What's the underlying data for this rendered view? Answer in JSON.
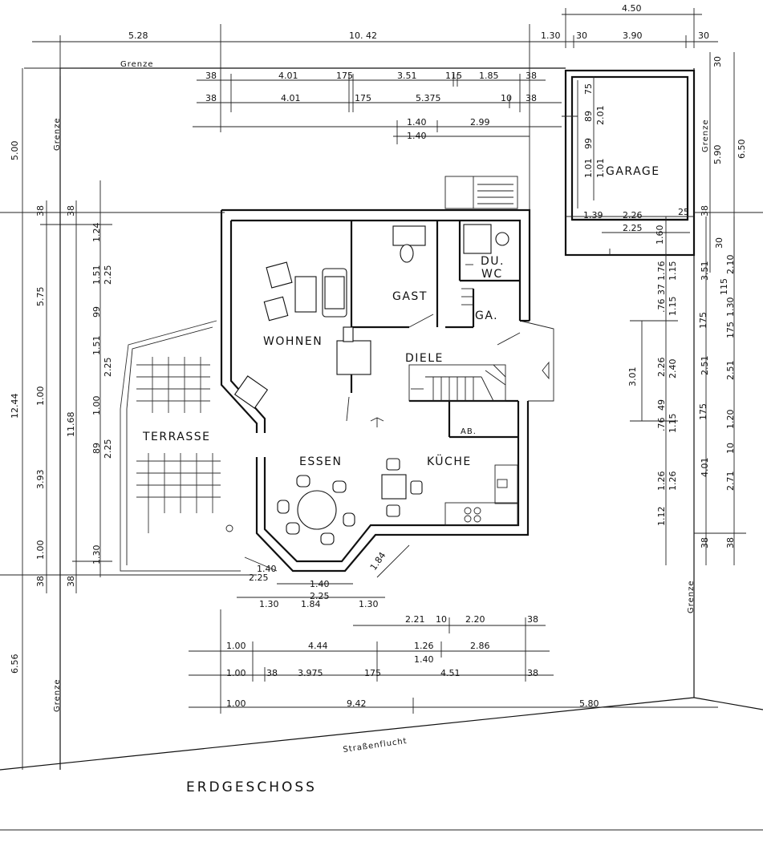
{
  "title": "ERDGESCHOSS",
  "boundary_labels": {
    "grenze": "Grenze",
    "strassenflucht": "Straßenflucht"
  },
  "rooms": {
    "wohnen": "WOHNEN",
    "gast": "GAST",
    "du_wc_1": "DU.",
    "du_wc_2": "WC",
    "ga": "GA.",
    "diele": "DIELE",
    "terrasse": "TERRASSE",
    "essen": "ESSEN",
    "kueche": "KÜCHE",
    "ab": "AB.",
    "garage": "GARAGE"
  },
  "dims_top": {
    "d450": "4.50",
    "d528": "5.28",
    "d1042": "10. 42",
    "d130": "1.30",
    "d30a": "30",
    "d390": "3.90",
    "d30b": "30",
    "r1_38": "38",
    "r1_401": "4.01",
    "r1_175": "175",
    "r1_351": "3.51",
    "r1_115": "115",
    "r1_185": "1.85",
    "r1_38b": "38",
    "r2_38": "38",
    "r2_401": "4.01",
    "r2_175": "175",
    "r2_5375": "5.375",
    "r2_10": "10",
    "r2_38b": "38",
    "r3_140": "1.40",
    "r3_299": "2.99",
    "r4_140": "1.40"
  },
  "dims_garage": {
    "g75": "75",
    "g89": "89",
    "g201": "2.01",
    "g99": "99",
    "g101a": "1.01",
    "g101b": "1.01",
    "g139": "1.39",
    "g226": "2.26",
    "g25": "25",
    "g225": "2.25",
    "g160": "1.60",
    "g30": "30",
    "g650": "6.50",
    "g590": "5.90"
  },
  "dims_left": {
    "l500": "5.00",
    "l38a": "38",
    "l38b": "38",
    "l124": "1.24",
    "l151a": "1.51",
    "l225a": "2.25",
    "l575": "5.75",
    "l99": "99",
    "l151b": "1.51",
    "l225b": "2.25",
    "l1244": "12.44",
    "l1168": "11.68",
    "l100a": "1.00",
    "l100b": "1.00",
    "l89": "89",
    "l225c": "2.25",
    "l393": "3.93",
    "l100c": "1.00",
    "l130": "1.30",
    "l38c": "38",
    "l38d": "38",
    "l656": "6.56"
  },
  "dims_right": {
    "rr351": "3.51",
    "rr210": "2.10",
    "rr38a": "38",
    "rr30": "30",
    "rr176a": "1.76",
    "rr115a": "1.15",
    "rr176b": ".76",
    "rr115b": "1.15",
    "rr37": "37",
    "rr130": "1.30",
    "rr115": "115",
    "rr175": "175",
    "rr301": "3.01",
    "rr226": "2.26",
    "rr240": "2.40",
    "rr251a": "2.51",
    "rr251b": "2.51",
    "rr175b": "175",
    "rr49": "49",
    "rr76": ".76",
    "rr115c": "1.15",
    "rr120": "1.20",
    "rr175c": "175",
    "rr10": "10",
    "rr126a": "1.26",
    "rr126b": "1.26",
    "rr401": "4.01",
    "rr271": "2.71",
    "rr112": "1.12",
    "rr38b": "38",
    "rr38c": "38"
  },
  "dims_bottom": {
    "b140a": "1.40",
    "b225a": "2.25",
    "b184a": "1.84",
    "b140b": "1.40",
    "b225b": "2.25",
    "b130a": "1.30",
    "b184b": "1.84",
    "b130b": "1.30",
    "b221": "2.21",
    "b10": "10",
    "b220": "2.20",
    "b38a": "38",
    "b100a": "1.00",
    "b444": "4.44",
    "b126": "1.26",
    "b286": "2.86",
    "b140c": "1.40",
    "b100b": "1.00",
    "b38b": "38",
    "b3975": "3.975",
    "b175": "175",
    "b451": "4.51",
    "b38c": "38",
    "b100c": "1.00",
    "b942": "9.42",
    "b580": "5.80"
  },
  "colors": {
    "ink": "#111111",
    "paper": "#ffffff"
  }
}
